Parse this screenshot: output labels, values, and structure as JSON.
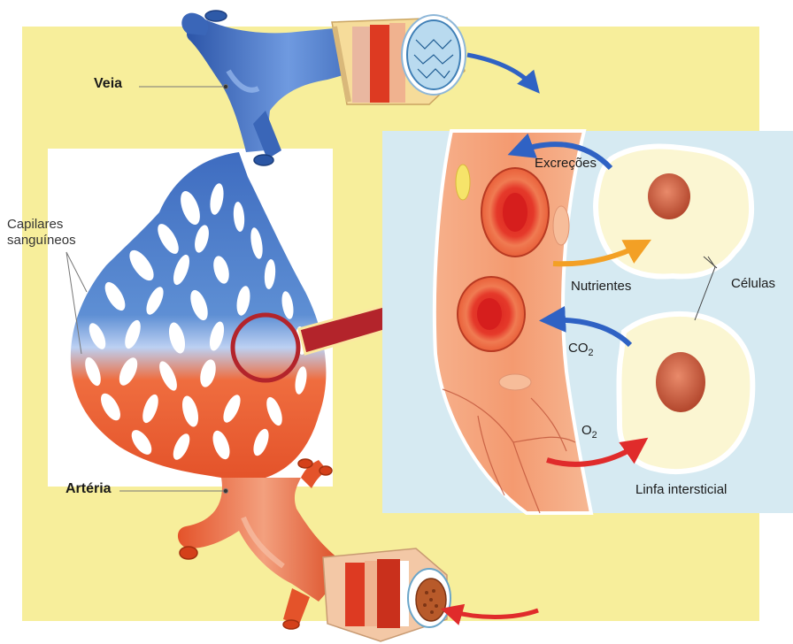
{
  "labels": {
    "veia": "Veia",
    "capilares_line1": "Capilares",
    "capilares_line2": "sanguíneos",
    "arteria": "Artéria",
    "excrecoes": "Excreções",
    "nutrientes": "Nutrientes",
    "celulas": "Células",
    "co2_base": "CO",
    "co2_sub": "2",
    "o2_base": "O",
    "o2_sub": "2",
    "linfa": "Linfa intersticial"
  },
  "colors": {
    "background_yellow": "#f7ee9b",
    "panel_blue": "#d6eaf2",
    "vein_blue": "#3f6fc0",
    "artery_red": "#e4532a",
    "capillary_wall": "#f4a57a",
    "cell_cream": "#fbf6d2",
    "arrow_blue": "#2f62c4",
    "arrow_orange": "#f3a025",
    "arrow_red": "#e02b2b",
    "magnifier_ring": "#b3242b"
  }
}
